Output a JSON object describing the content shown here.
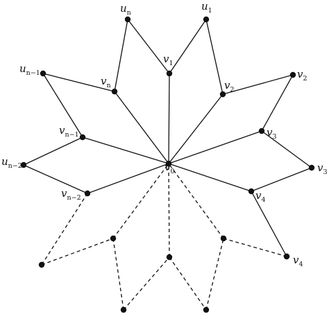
{
  "colors": {
    "ink": "#111111",
    "background": "#ffffff"
  },
  "diagram": {
    "vertices": [
      {
        "id": "v0"
      },
      {
        "id": "v1"
      },
      {
        "id": "u1"
      },
      {
        "id": "v2"
      },
      {
        "id": "u2"
      },
      {
        "id": "v3"
      },
      {
        "id": "u3"
      },
      {
        "id": "v4"
      },
      {
        "id": "u4"
      },
      {
        "id": "un"
      },
      {
        "id": "vn"
      },
      {
        "id": "un1"
      },
      {
        "id": "vn1"
      },
      {
        "id": "un2"
      },
      {
        "id": "vn2"
      },
      {
        "id": "a"
      },
      {
        "id": "b"
      },
      {
        "id": "c"
      },
      {
        "id": "d"
      },
      {
        "id": "e"
      },
      {
        "id": "f"
      },
      {
        "id": "g"
      }
    ],
    "edges": [
      {
        "from": "v0",
        "to": "v1",
        "style": "solid"
      },
      {
        "from": "v1",
        "to": "u1",
        "style": "solid"
      },
      {
        "from": "u1",
        "to": "v2",
        "style": "solid"
      },
      {
        "from": "v2",
        "to": "v0",
        "style": "solid"
      },
      {
        "from": "v2",
        "to": "u2",
        "style": "solid"
      },
      {
        "from": "u2",
        "to": "v3",
        "style": "solid"
      },
      {
        "from": "v3",
        "to": "v0",
        "style": "solid"
      },
      {
        "from": "v3",
        "to": "u3",
        "style": "solid"
      },
      {
        "from": "u3",
        "to": "v4",
        "style": "solid"
      },
      {
        "from": "v4",
        "to": "v0",
        "style": "solid"
      },
      {
        "from": "v4",
        "to": "u4",
        "style": "solid"
      },
      {
        "from": "v1",
        "to": "un",
        "style": "solid"
      },
      {
        "from": "un",
        "to": "vn",
        "style": "solid"
      },
      {
        "from": "vn",
        "to": "v0",
        "style": "solid"
      },
      {
        "from": "vn",
        "to": "un1",
        "style": "solid"
      },
      {
        "from": "un1",
        "to": "vn1",
        "style": "solid"
      },
      {
        "from": "vn1",
        "to": "v0",
        "style": "solid"
      },
      {
        "from": "vn1",
        "to": "un2",
        "style": "solid"
      },
      {
        "from": "un2",
        "to": "vn2",
        "style": "solid"
      },
      {
        "from": "vn2",
        "to": "v0",
        "style": "solid"
      },
      {
        "from": "vn2",
        "to": "a",
        "style": "dashed"
      },
      {
        "from": "a",
        "to": "b",
        "style": "dashed"
      },
      {
        "from": "b",
        "to": "v0",
        "style": "dashed"
      },
      {
        "from": "b",
        "to": "c",
        "style": "dashed"
      },
      {
        "from": "c",
        "to": "d",
        "style": "dashed"
      },
      {
        "from": "d",
        "to": "v0",
        "style": "dashed"
      },
      {
        "from": "d",
        "to": "e",
        "style": "dashed"
      },
      {
        "from": "e",
        "to": "f",
        "style": "dashed"
      },
      {
        "from": "f",
        "to": "v0",
        "style": "dashed"
      },
      {
        "from": "f",
        "to": "g",
        "style": "dashed"
      },
      {
        "from": "g",
        "to": "u4",
        "style": "dashed"
      }
    ],
    "labels": [
      {
        "vertex": "v0",
        "base": "v",
        "sub": "0"
      },
      {
        "vertex": "v1",
        "base": "v",
        "sub": "1"
      },
      {
        "vertex": "u1",
        "base": "u",
        "sub": "1"
      },
      {
        "vertex": "v2",
        "base": "v",
        "sub": "2"
      },
      {
        "vertex": "u2",
        "base": "v",
        "sub": "2"
      },
      {
        "vertex": "v3",
        "base": "v",
        "sub": "3"
      },
      {
        "vertex": "u3",
        "base": "v",
        "sub": "3"
      },
      {
        "vertex": "v4",
        "base": "v",
        "sub": "4"
      },
      {
        "vertex": "u4",
        "base": "v",
        "sub": "4"
      },
      {
        "vertex": "un",
        "base": "u",
        "sub": "n"
      },
      {
        "vertex": "vn",
        "base": "v",
        "sub": "n"
      },
      {
        "vertex": "un1",
        "base": "u",
        "sub": "n−1"
      },
      {
        "vertex": "vn1",
        "base": "v",
        "sub": "n−1"
      },
      {
        "vertex": "un2",
        "base": "u",
        "sub": "n−2"
      },
      {
        "vertex": "vn2",
        "base": "v",
        "sub": "n−2"
      }
    ]
  }
}
